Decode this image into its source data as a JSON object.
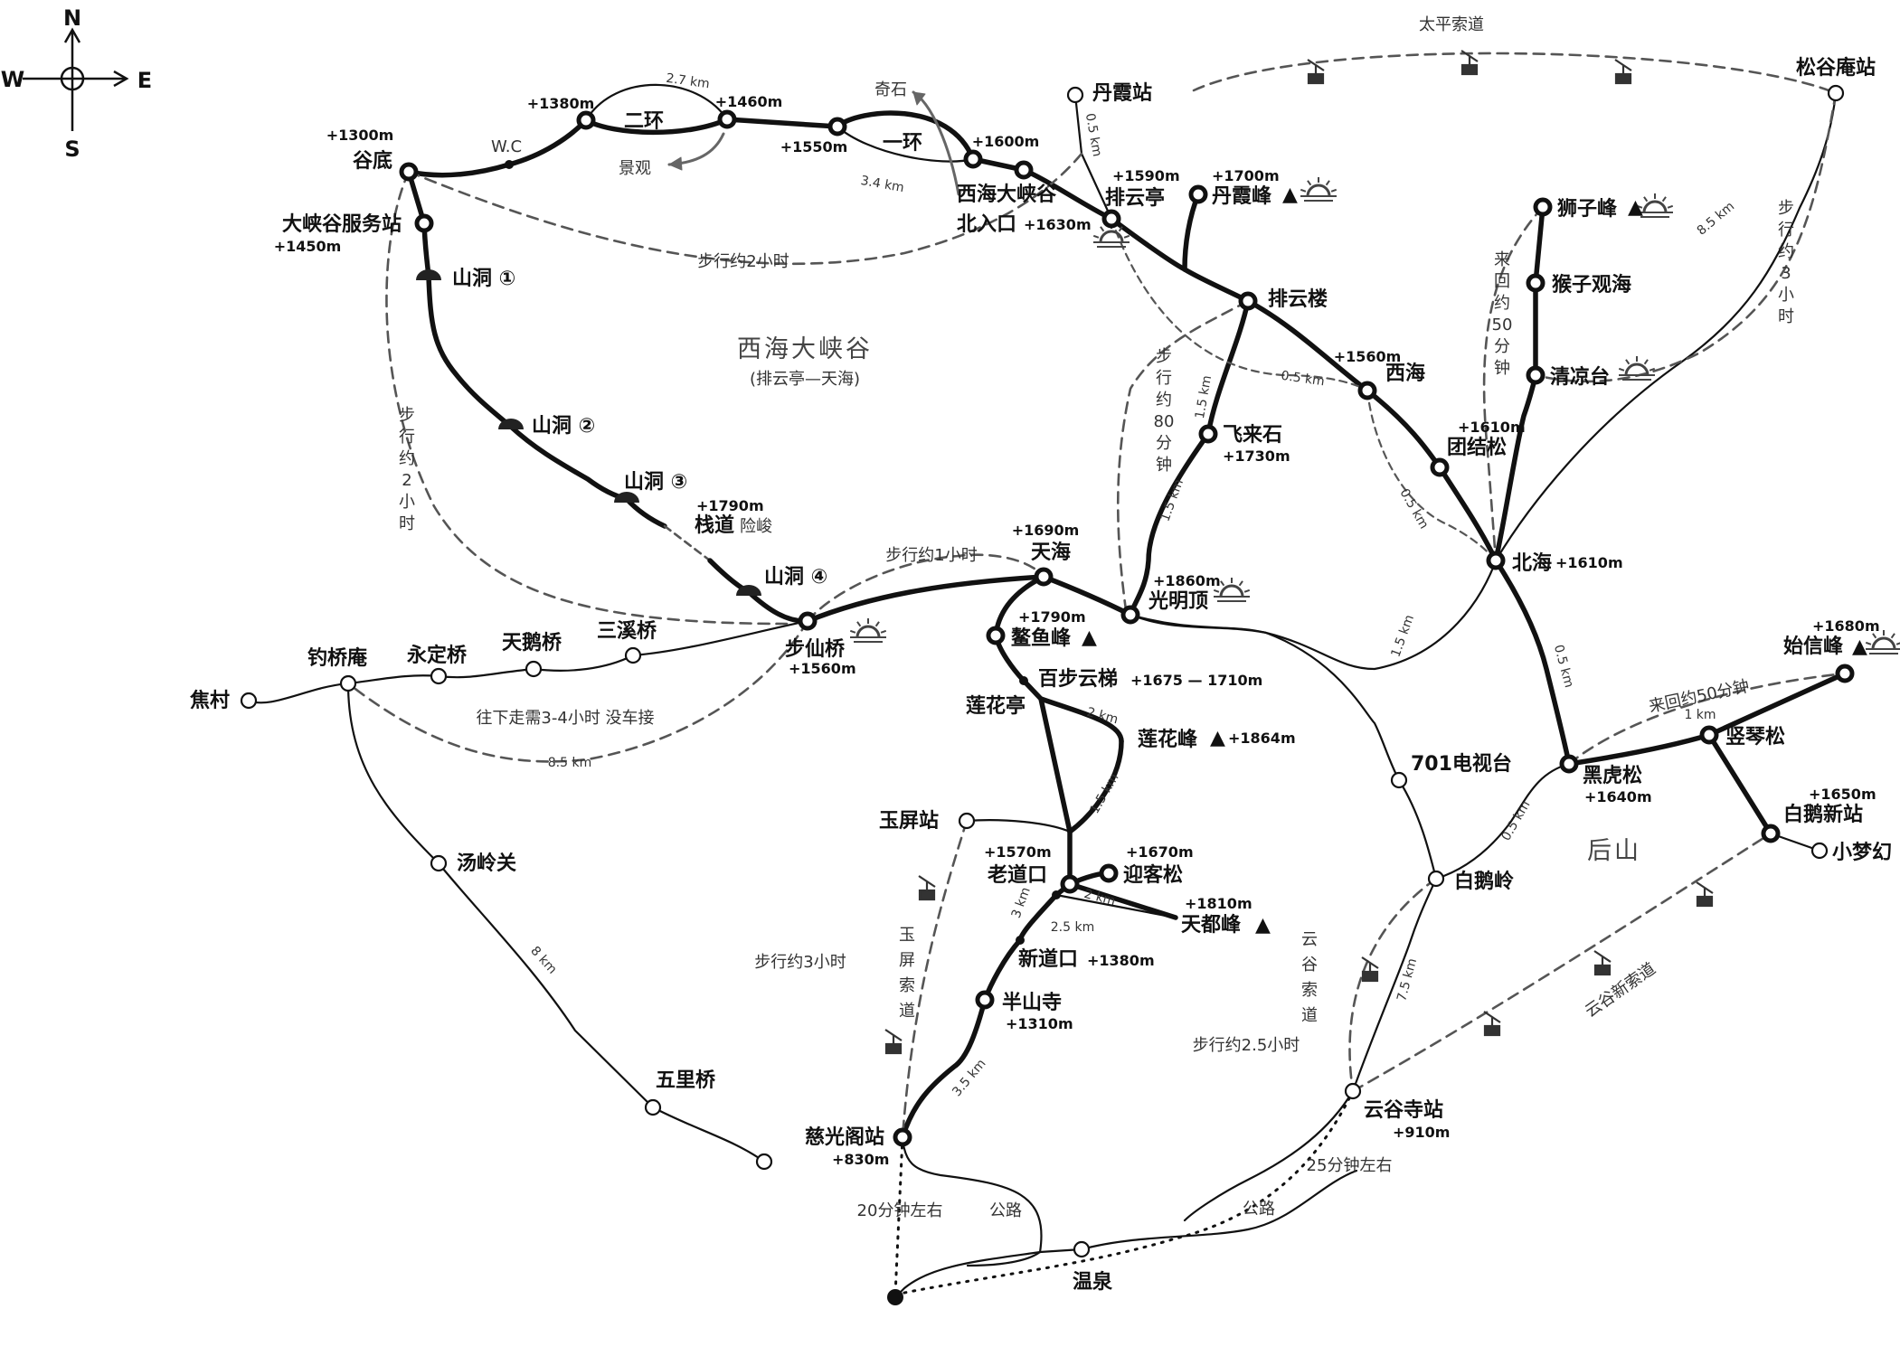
{
  "compass": {
    "n": "N",
    "s": "S",
    "e": "E",
    "w": "W"
  },
  "areas": {
    "xihai_title": "西海大峡谷",
    "xihai_sub": "(排云亭—天海)",
    "houshan": "后山"
  },
  "places": {
    "erhuan": "二环",
    "yihuan": "一环",
    "qishi": "奇石",
    "jingguan": "景观",
    "wc": "W.C",
    "gudi": "谷底",
    "dxg_fuwuzhan": "大峡谷服务站",
    "shandong1": "山洞 ①",
    "shandong2": "山洞 ②",
    "shandong3": "山洞 ③",
    "shandong4": "山洞 ④",
    "zhandao": "栈道",
    "xianjun": "险峻",
    "danxiazhan": "丹霞站",
    "xihai_beirukou1": "西海大峡谷",
    "xihai_beirukou2": "北入口",
    "paiyunting": "排云亭",
    "danxiafeng": "丹霞峰",
    "paiyunlou": "排云楼",
    "xihai": "西海",
    "tuanjiesong": "团结松",
    "beihai": "北海",
    "shizifeng": "狮子峰",
    "houzi_guanhai": "猴子观海",
    "qingliangtai": "清凉台",
    "songguan_zhan": "松谷庵站",
    "feilaishi": "飞来石",
    "guangmingding": "光明顶",
    "tianhai": "天海",
    "aoyufeng": "鳌鱼峰",
    "baibu_yunti": "百步云梯",
    "lianhuating": "莲花亭",
    "lianhuafeng": "莲花峰",
    "buxianqiao": "步仙桥",
    "sanxiqiao": "三溪桥",
    "tianeqiao": "天鹅桥",
    "yongdingqiao": "永定桥",
    "diaoqiaoan": "钓桥庵",
    "jiaocun": "焦村",
    "tanglingguan": "汤岭关",
    "wuliqiao": "五里桥",
    "yupingzhan": "玉屏站",
    "laodaokou": "老道口",
    "yingkesong": "迎客松",
    "tiandufeng": "天都峰",
    "xindaokou": "新道口",
    "banshansi": "半山寺",
    "ciguangge_zhan": "慈光阁站",
    "dianshitai": "701电视台",
    "baieling": "白鹅岭",
    "heihusong": "黑虎松",
    "shuqinsong": "竖琴松",
    "shixinfeng": "始信峰",
    "baie_xinzhan": "白鹅新站",
    "xiaomenghuan": "小梦幻",
    "yungusi_zhan": "云谷寺站",
    "wenquan": "温泉"
  },
  "peak_mark": "▲",
  "elevations": {
    "e1380": "+1380m",
    "e1460": "+1460m",
    "e1550": "+1550m",
    "e1600": "+1600m",
    "e1300": "+1300m",
    "e1450": "+1450m",
    "e1630": "+1630m",
    "e1590": "+1590m",
    "e1700": "+1700m",
    "e1560_xihai": "+1560m",
    "e1610_tjs": "+1610m",
    "e1610_bh": "+1610m",
    "e1730": "+1730m",
    "e1860": "+1860m",
    "e1690": "+1690m",
    "e1790_ay": "+1790m",
    "e1790_zd": "+1790m",
    "e1675_1710": "+1675 — 1710m",
    "e1864": "+1864m",
    "e1560_bxq": "+1560m",
    "e1570": "+1570m",
    "e1670": "+1670m",
    "e1810": "+1810m",
    "e1380_xdk": "+1380m",
    "e1310": "+1310m",
    "e830": "+830m",
    "e1640": "+1640m",
    "e1680": "+1680m",
    "e1650": "+1650m",
    "e910": "+910m"
  },
  "distances": {
    "d27": "2.7 km",
    "d34": "3.4 km",
    "d05_danxia": "0.5 km",
    "d85_songgu": "8.5 km",
    "d15_feilai_up": "1.5 km",
    "d05_xihai": "0.5 km",
    "d15_feilai_down": "1.5 km",
    "d05_beihai": "0.5 km",
    "d15_gmd_bh": "1.5 km",
    "d05_bh_hhs": "0.5 km",
    "d2_lianhua": "2 km",
    "d15_lianhua": "1.5 km",
    "d1_shuqin": "1 km",
    "d05_baieling": "0.5 km",
    "d3_lao": "3 km",
    "d2_ykong": "2 km",
    "d25_tiandu": "2.5 km",
    "d35_ciguang": "3.5 km",
    "d75_yungu": "7.5 km",
    "d8_tangling": "8 km",
    "d85_diaoqiao": "8.5 km"
  },
  "notes": {
    "taiping_suodao": "太平索道",
    "walk_2h_top": "步行约2小时",
    "walk_2h_side": "步 行 约 2 小 时",
    "walk_80min": "步 行 约 80 分 钟",
    "walk_1h": "步行约1小时",
    "return_50_vertical": "来 回 约 50 分 钟",
    "walk_3h_vertical": "步 行 约 3 小 时",
    "down_3_4h": "往下走需3-4小时 没车接",
    "return_50_horizontal": "来回约50分钟",
    "walk_3h": "步行约3小时",
    "yuping_suodao": "玉 屏 索 道",
    "yungu_suodao": "云 谷 索 道",
    "walk_25h": "步行约2.5小时",
    "yungu_xin_suodao": "云谷新索道",
    "t20": "20分钟左右",
    "t25": "25分钟左右",
    "road1": "公路",
    "road2": "公路"
  }
}
